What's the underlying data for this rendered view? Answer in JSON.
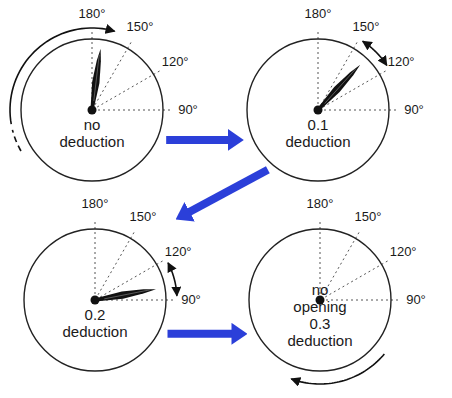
{
  "diagram": {
    "nodes": [
      {
        "text": [
          "no deduction"
        ]
      },
      {
        "text": [
          "0.1 deduction"
        ]
      },
      {
        "text": [
          "0.2 deduction"
        ]
      },
      {
        "text": [
          "no opening 0.3 deduction"
        ]
      }
    ],
    "edges": [
      {
        "from": 0,
        "to": 1,
        "arrow": "to"
      },
      {
        "from": 1,
        "to": 2,
        "arrow": "to"
      },
      {
        "from": 2,
        "to": 3,
        "arrow": "to"
      }
    ],
    "labels": [
      "180°",
      "150°",
      "120°",
      "90°",
      "180°",
      "150°",
      "120°",
      "90°",
      "180°",
      "150°",
      "120°",
      "90°",
      "180°",
      "150°",
      "120°",
      "90°"
    ]
  }
}
